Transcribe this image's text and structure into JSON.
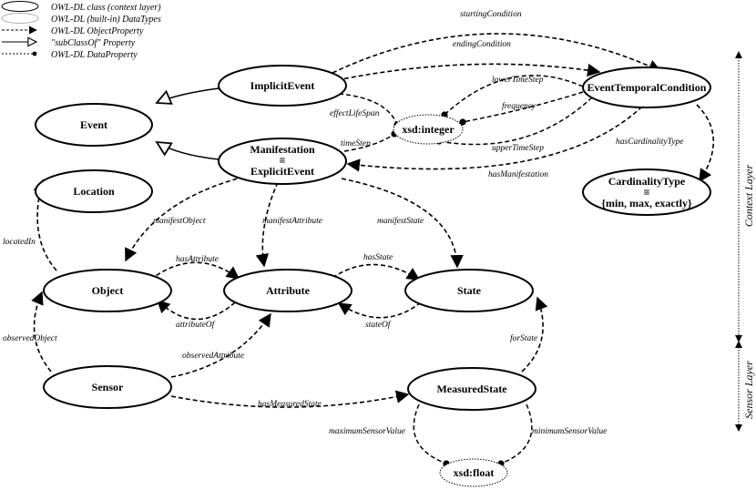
{
  "legend": {
    "class": "OWL-DL class (context layer)",
    "datatype": "OWL-DL (built-in) DataTypes",
    "object_property": "OWL-DL ObjectProperty",
    "subclass_property": "\"subClassOf\" Property",
    "data_property": "OWL-DL DataProperty"
  },
  "layers": {
    "context": "Context Layer",
    "sensor": "Sensor Layer"
  },
  "nodes": {
    "event": "Event",
    "implicit_event": "ImplicitEvent",
    "manifestation_line1": "Manifestation",
    "manifestation_equiv": "≡",
    "manifestation_line2": "ExplicitEvent",
    "location": "Location",
    "object": "Object",
    "attribute": "Attribute",
    "state": "State",
    "sensor": "Sensor",
    "measured_state": "MeasuredState",
    "xsd_integer": "xsd:integer",
    "xsd_float": "xsd:float",
    "event_temporal_condition": "EventTemporalCondition",
    "cardinality_line1": "CardinalityType",
    "cardinality_equiv": "≡",
    "cardinality_line2": "{min, max, exactly}"
  },
  "edges": {
    "starting_condition": "startingCondition",
    "ending_condition": "endingCondition",
    "lower_time_step": "lowerTimeStep",
    "frequency": "frequency",
    "upper_time_step": "upperTimeStep",
    "effect_life_span": "effectLifeSpan",
    "time_step": "timeStep",
    "has_manifestation": "hasManifestation",
    "has_cardinality_type": "hasCardinalityType",
    "manifest_object": "manifestObject",
    "manifest_attribute": "manifestAttribute",
    "manifest_state": "manifestState",
    "located_in": "locatedIn",
    "has_attribute": "hasAttribute",
    "attribute_of": "attributeOf",
    "has_state": "hasState",
    "state_of": "stateOf",
    "observed_object": "observedObject",
    "observed_attribute": "observedAttribute",
    "for_state": "forState",
    "has_measured_state": "hasMeasuredState",
    "maximum_sensor_value": "maximumSensorValue",
    "minimum_sensor_value": "minimumSensorValue"
  }
}
